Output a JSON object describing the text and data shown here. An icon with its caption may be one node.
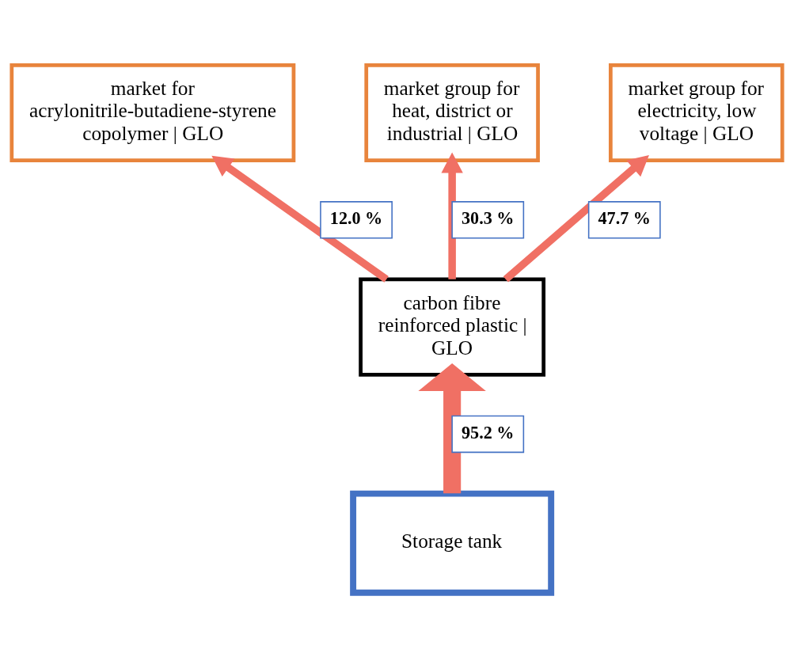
{
  "diagram": {
    "nodes": [
      {
        "text": [
          "market for acrylonitrile-butadiene-styrene copolymer | GLO"
        ]
      },
      {
        "text": [
          "market group for heat, district or industrial | GLO"
        ]
      },
      {
        "text": [
          "market group for electricity, low voltage | GLO"
        ]
      },
      {
        "text": [
          "carbon fibre reinforced plastic | GLO"
        ]
      },
      {
        "text": [
          "Storage tank"
        ]
      }
    ],
    "edges": [
      {
        "from": 4,
        "to": 3,
        "arrow": "to",
        "label": "95.2 %",
        "style": "thick"
      },
      {
        "from": 3,
        "to": 0,
        "arrow": "to",
        "label": "12.0 %"
      },
      {
        "from": 3,
        "to": 1,
        "arrow": "to",
        "label": "30.3 %"
      },
      {
        "from": 3,
        "to": 2,
        "arrow": "to",
        "label": "47.7 %"
      }
    ]
  }
}
